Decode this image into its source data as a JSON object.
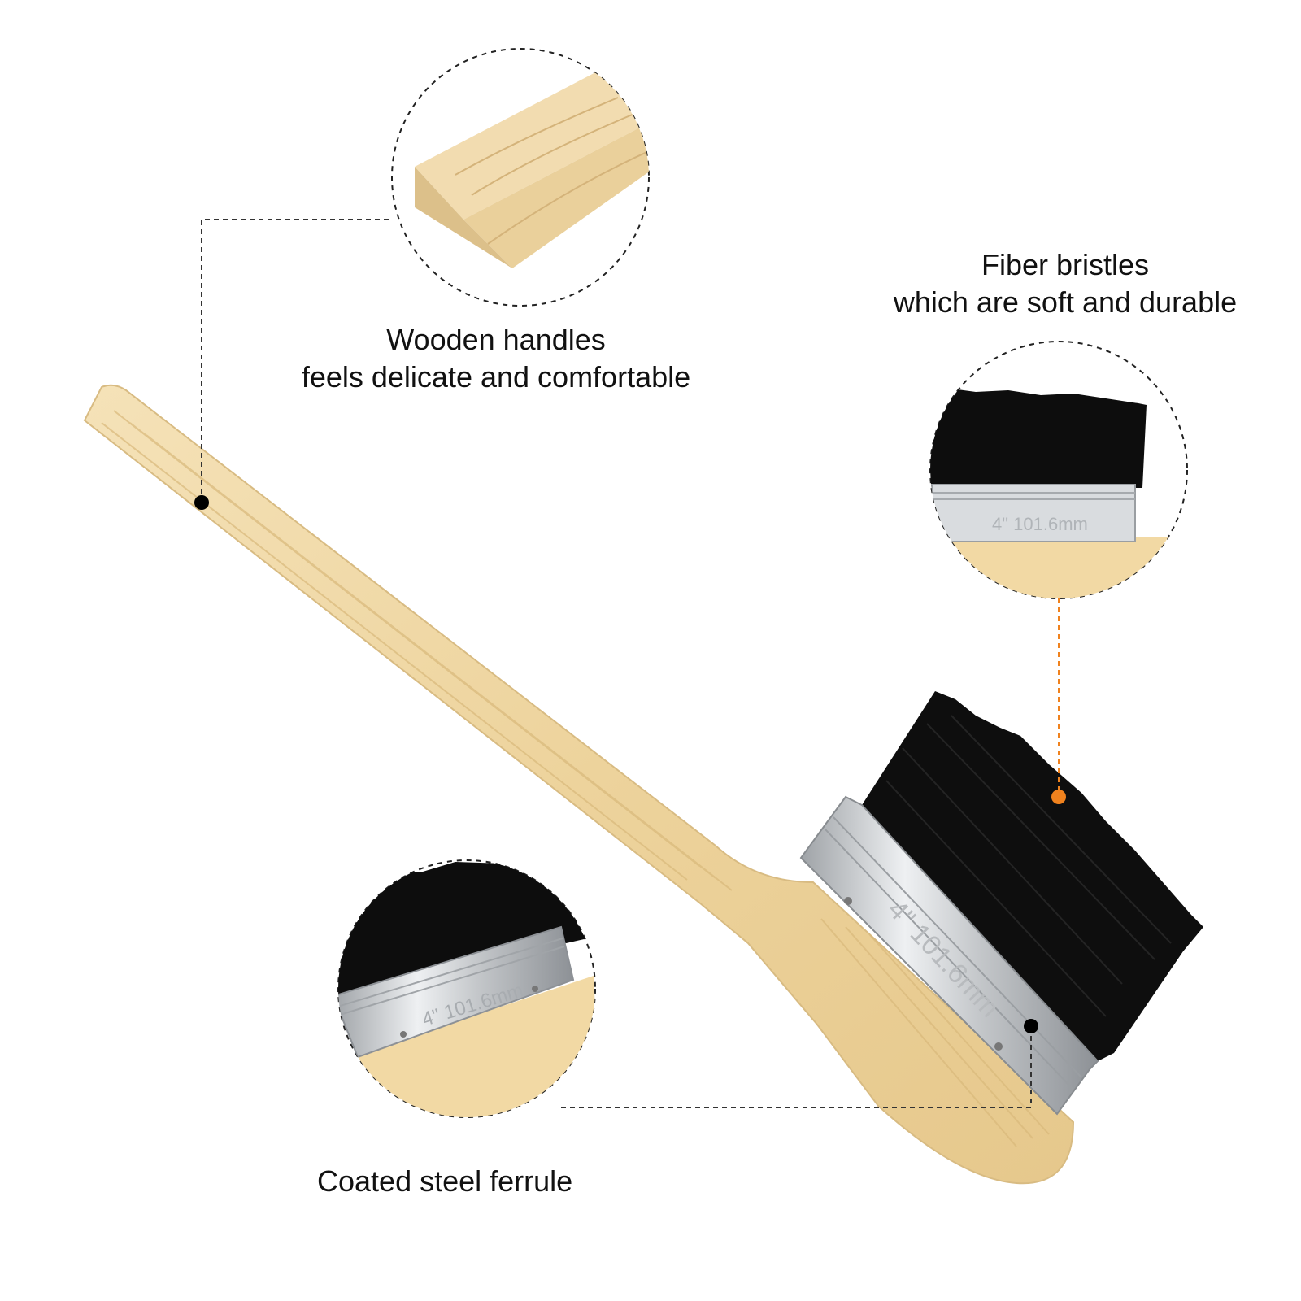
{
  "callouts": {
    "handle": {
      "line1": "Wooden handles",
      "line2": "feels delicate and comfortable"
    },
    "bristles": {
      "line1": "Fiber bristles",
      "line2": "which are soft and durable"
    },
    "ferrule": {
      "line1": "Coated steel ferrule"
    }
  },
  "ferrule_marking": "4\" 101.6mm",
  "colors": {
    "background": "#ffffff",
    "wood": "#efd7a6",
    "bristles": "#0d0d0d",
    "ferrule": "#c9cbcd",
    "accent_dot": "#f0821e",
    "guide_line": "#333333"
  }
}
